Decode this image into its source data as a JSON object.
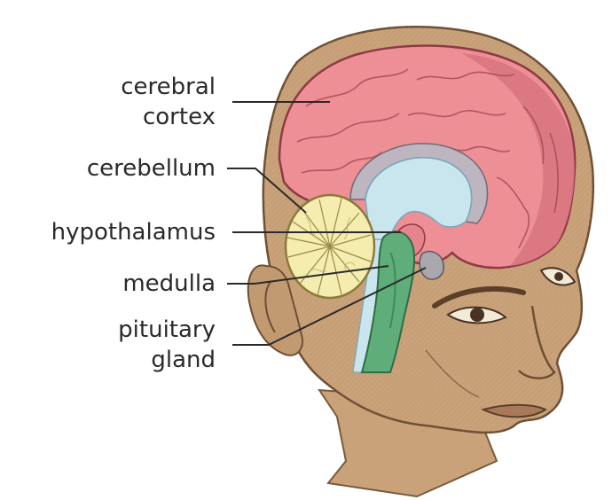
{
  "labels": {
    "cerebral_cortex": [
      "cerebral",
      "cortex"
    ],
    "cerebellum": "cerebellum",
    "hypothalamus": "hypothalamus",
    "medulla": "medulla",
    "pituitary_gland": [
      "pituitary",
      "gland"
    ]
  },
  "colors": {
    "skin": "#c9a27a",
    "skin_dark": "#8b6a48",
    "cortex": "#ee8f96",
    "cortex_inner": "#f3a9ae",
    "ventricle": "#c9e6ef",
    "cerebellum": "#f5ecb0",
    "brainstem": "#5fae7a",
    "pituitary": "#a9a7ad",
    "leader_line": "#2a2a2a"
  }
}
